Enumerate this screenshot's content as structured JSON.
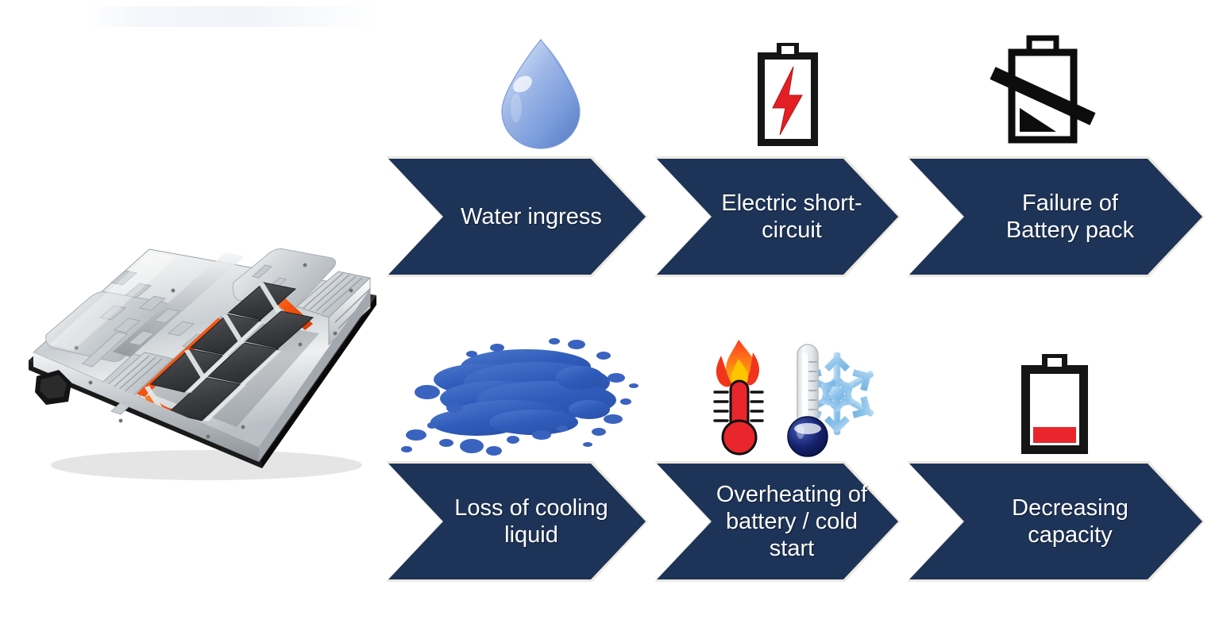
{
  "diagram": {
    "title": "Battery pack failure chain diagram",
    "accent_color": "#1d3357",
    "chevron_border_color": "#ece9e0",
    "label_color": "#ffffff"
  },
  "illustration": {
    "name": "ev-battery-pack-cutaway",
    "alt": "Cutaway render of an electric vehicle battery pack with aluminium housing, dark prismatic cell modules and orange high-voltage busbars"
  },
  "rows": [
    {
      "id": "row-top",
      "steps": [
        {
          "label": "Water ingress",
          "icon": "water-drop-icon",
          "icon_colors": {
            "primary": "#6f92d6",
            "secondary": "#b9cdf0"
          }
        },
        {
          "label": "Electric short-\ncircuit",
          "icon": "battery-lightning-icon",
          "icon_colors": {
            "primary": "#151515",
            "secondary": "#e31e24"
          }
        },
        {
          "label": "Failure of\nBattery pack",
          "icon": "battery-crossed-out-icon",
          "icon_colors": {
            "primary": "#0d0d0d",
            "secondary": "#0d0d0d"
          }
        }
      ]
    },
    {
      "id": "row-bottom",
      "steps": [
        {
          "label": "Loss of cooling\nliquid",
          "icon": "coolant-spill-icon",
          "icon_colors": {
            "primary": "#2b58b5",
            "secondary": "#4c77c9"
          }
        },
        {
          "label": "Overheating of\nbattery / cold\nstart",
          "icon": "hot-and-cold-thermometer-icon",
          "icon_colors": {
            "primary": "#e8262b",
            "secondary": "#8ec6ec"
          }
        },
        {
          "label": "Decreasing\ncapacity",
          "icon": "battery-low-charge-icon",
          "icon_colors": {
            "primary": "#151515",
            "secondary": "#e8262b"
          }
        }
      ]
    }
  ]
}
